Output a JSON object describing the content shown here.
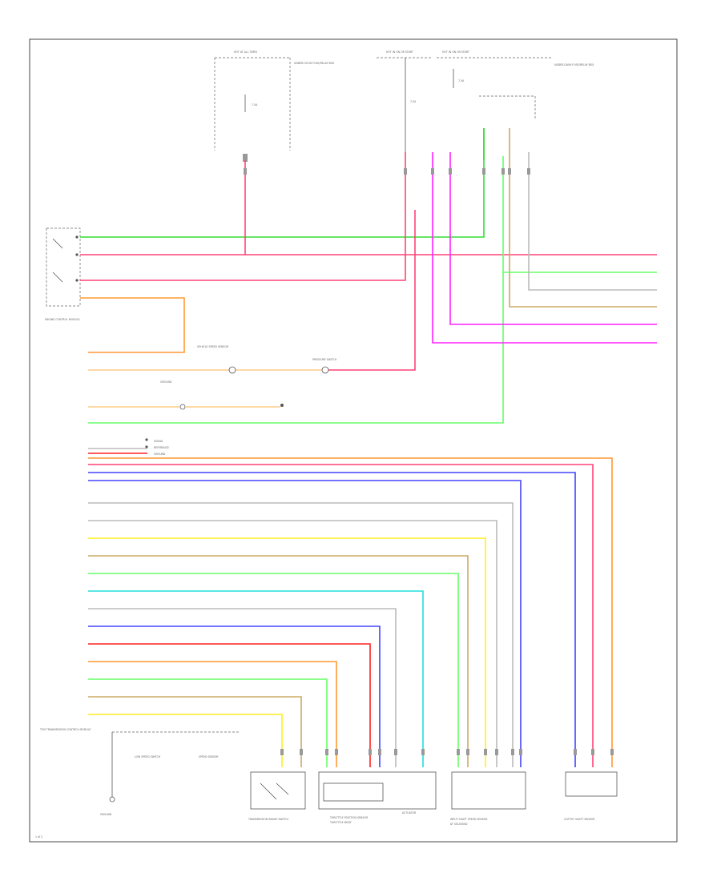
{
  "colors": {
    "green": "#33dd33",
    "pink": "#ff4477",
    "magenta": "#ff22ff",
    "orange": "#ff9933",
    "tan": "#ccaa66",
    "yellow": "#ffee22",
    "blue": "#4444ff",
    "red": "#ff2222",
    "gray": "#bbbbbb",
    "lightgreen": "#66ff66",
    "cyan": "#22dddd",
    "peach": "#ffcc88"
  },
  "top_fuse_left": {
    "title": "HOT AT ALL TIMES",
    "box_label": "UNDER-HOOD FUSE/RELAY BOX",
    "fuse_label": "7.5A"
  },
  "top_fuse_mid": {
    "title": "HOT IN ON OR START",
    "fuse_label": "7.5A"
  },
  "top_fuse_right": {
    "title": "HOT IN ON OR START",
    "box_label": "UNDER-DASH FUSE/RELAY BOX",
    "fuse_label": "7.5A"
  },
  "left_module": {
    "label": "ENGINE CONTROL MODULE"
  },
  "mid_sensors": {
    "vss_label": "VEHICLE SPEED SENSOR",
    "pressure_label": "PRESSURE SWITCH",
    "ground_label": "GROUND"
  },
  "legend_block": {
    "line1": "SIGNAL",
    "line2": "REFERENCE",
    "line3": "GROUND"
  },
  "bottom_left": {
    "title": "TCM TRANSMISSION CONTROL MODULE",
    "switch_a": "LOW SPEED SWITCH",
    "switch_b": "SPEED SENSOR",
    "ground": "GROUND"
  },
  "bottom_components": {
    "trans": "TRANSMISSION RANGE SWITCH",
    "throttle": "THROTTLE POSITION SENSOR",
    "throttle_sub": "THROTTLE BODY",
    "act": "ACTUATOR",
    "sensors": "OUTPUT SHAFT SENSOR",
    "input": "INPUT SHAFT SPEED SENSOR",
    "input_sub": "AT SOLENOID"
  },
  "page_number": "1 of 2"
}
